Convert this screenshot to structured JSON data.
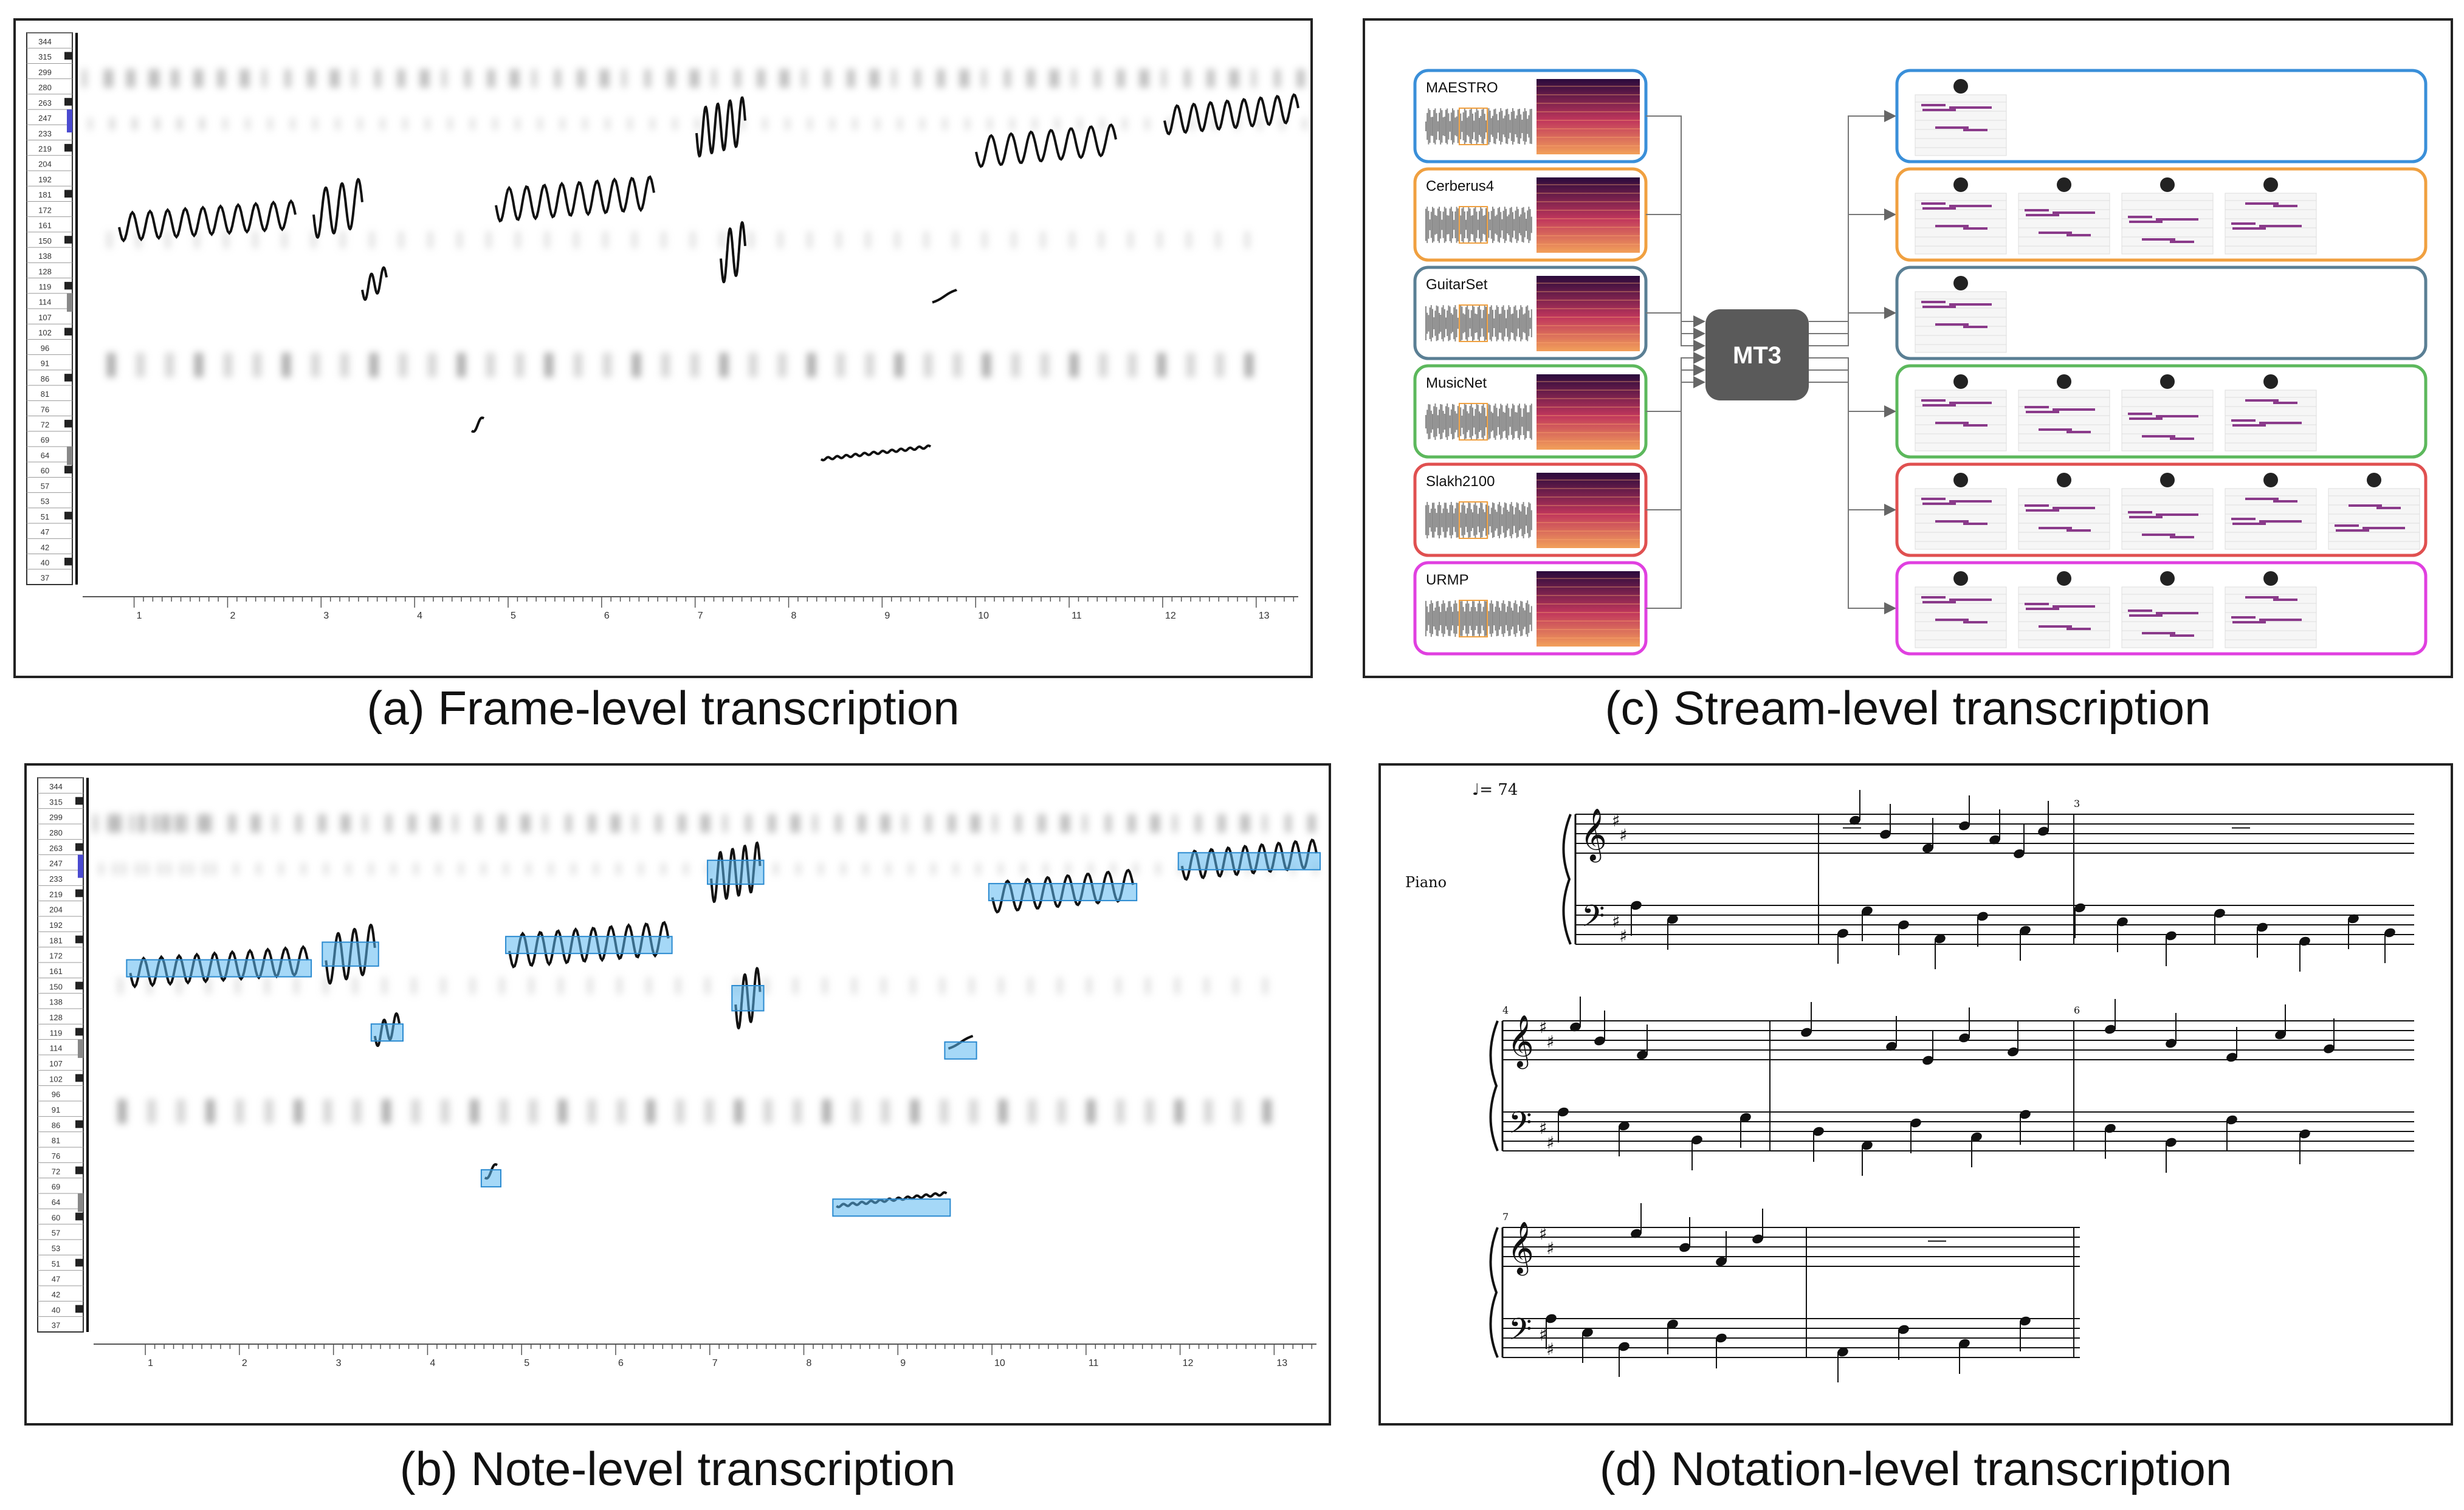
{
  "captions": {
    "a": "(a) Frame-level transcription",
    "b": "(b) Note-level transcription",
    "c": "(c) Stream-level transcription",
    "d": "(d) Notation-level transcription"
  },
  "pitch_axis": {
    "labels": [
      "344",
      "315",
      "299",
      "280",
      "263",
      "247",
      "233",
      "219",
      "204",
      "192",
      "181",
      "172",
      "161",
      "150",
      "138",
      "128",
      "119",
      "114",
      "107",
      "102",
      "96",
      "91",
      "86",
      "81",
      "76",
      "72",
      "69",
      "64",
      "60",
      "57",
      "53",
      "51",
      "47",
      "42",
      "40",
      "37"
    ]
  },
  "time_axis": {
    "labels": [
      "1",
      "2",
      "3",
      "4",
      "5",
      "6",
      "7",
      "8",
      "9",
      "10",
      "11",
      "12",
      "13"
    ]
  },
  "stream": {
    "model_label": "MT3",
    "datasets": [
      {
        "name": "MAESTRO",
        "color": "#3a8fd9"
      },
      {
        "name": "Cerberus4",
        "color": "#f0a040"
      },
      {
        "name": "GuitarSet",
        "color": "#5a7f94"
      },
      {
        "name": "MusicNet",
        "color": "#5cb85c"
      },
      {
        "name": "Slakh2100",
        "color": "#e05050"
      },
      {
        "name": "URMP",
        "color": "#e040e0"
      }
    ],
    "outputs": [
      {
        "instruments": [
          "piano-icon"
        ]
      },
      {
        "instruments": [
          "piano-icon",
          "guitar-icon",
          "guitar-icon",
          "drums-icon"
        ]
      },
      {
        "instruments": [
          "guitar-icon"
        ]
      },
      {
        "instruments": [
          "violin-icon",
          "violin-icon",
          "clarinet-icon",
          "horn-icon"
        ]
      },
      {
        "instruments": [
          "piano-icon",
          "guitar-icon",
          "guitar-icon",
          "drums-icon",
          "drums-icon"
        ]
      },
      {
        "instruments": [
          "violin-icon",
          "guitar-icon",
          "violin-icon",
          "trumpet-icon"
        ]
      }
    ]
  },
  "score": {
    "tempo_label": "= 74",
    "instrument_label": "Piano",
    "measure_numbers": [
      "3",
      "4",
      "6",
      "7"
    ]
  }
}
